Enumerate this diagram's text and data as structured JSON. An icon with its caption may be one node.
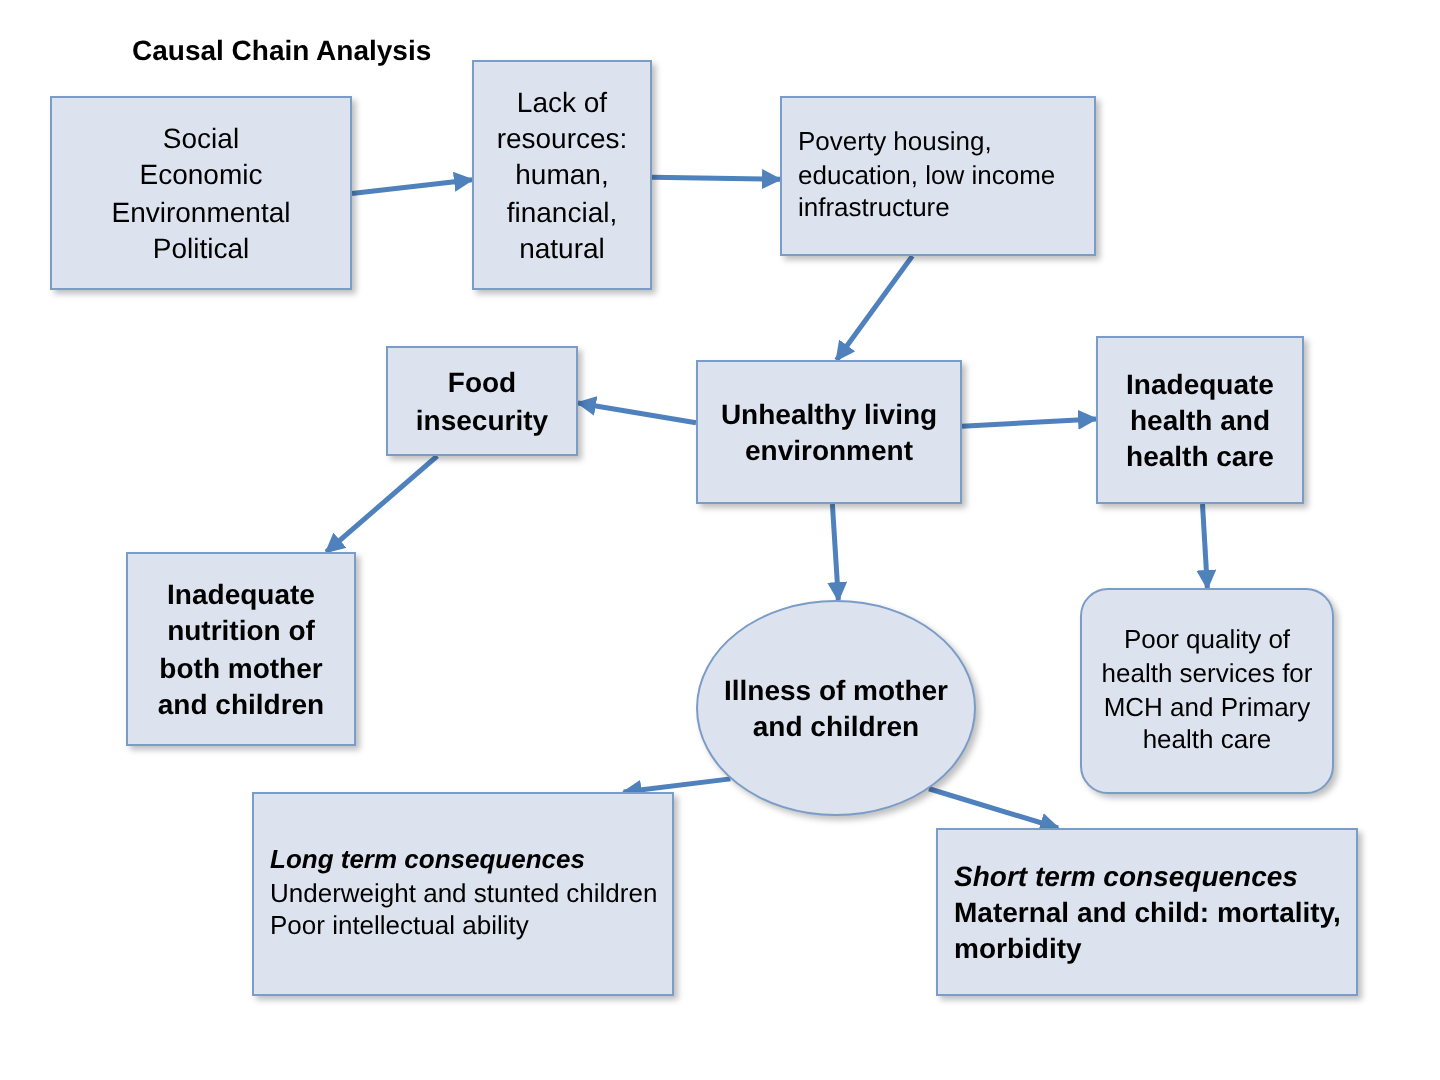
{
  "diagram": {
    "title": "Causal Chain Analysis",
    "nodes": [
      {
        "text": [
          "Social",
          "Economic",
          "Environmental",
          "Political"
        ]
      },
      {
        "text": [
          "Lack of resources: human, financial, natural"
        ]
      },
      {
        "text": [
          "Poverty housing, education, low income infrastructure"
        ]
      },
      {
        "text": [
          "Food insecurity"
        ]
      },
      {
        "text": [
          "Unhealthy living environment"
        ]
      },
      {
        "text": [
          "Inadequate health and health care"
        ]
      },
      {
        "text": [
          "Inadequate nutrition of both mother and children"
        ]
      },
      {
        "text": [
          "Illness of mother and children"
        ]
      },
      {
        "text": [
          "Poor quality of health services for MCH and Primary health care"
        ]
      },
      {
        "text": [
          "Long term consequences",
          "Underweight and stunted children",
          "Poor intellectual ability"
        ]
      },
      {
        "text": [
          "Short term consequences",
          "Maternal and child: mortality, morbidity"
        ]
      }
    ],
    "edges": [
      {
        "from": 0,
        "to": 1,
        "arrow": "to"
      },
      {
        "from": 1,
        "to": 2,
        "arrow": "to"
      },
      {
        "from": 2,
        "to": 4,
        "arrow": "to"
      },
      {
        "from": 4,
        "to": 3,
        "arrow": "to"
      },
      {
        "from": 4,
        "to": 5,
        "arrow": "to"
      },
      {
        "from": 3,
        "to": 6,
        "arrow": "to"
      },
      {
        "from": 4,
        "to": 7,
        "arrow": "to"
      },
      {
        "from": 5,
        "to": 8,
        "arrow": "to"
      },
      {
        "from": 7,
        "to": 9,
        "arrow": "to"
      },
      {
        "from": 7,
        "to": 10,
        "arrow": "to"
      }
    ]
  }
}
